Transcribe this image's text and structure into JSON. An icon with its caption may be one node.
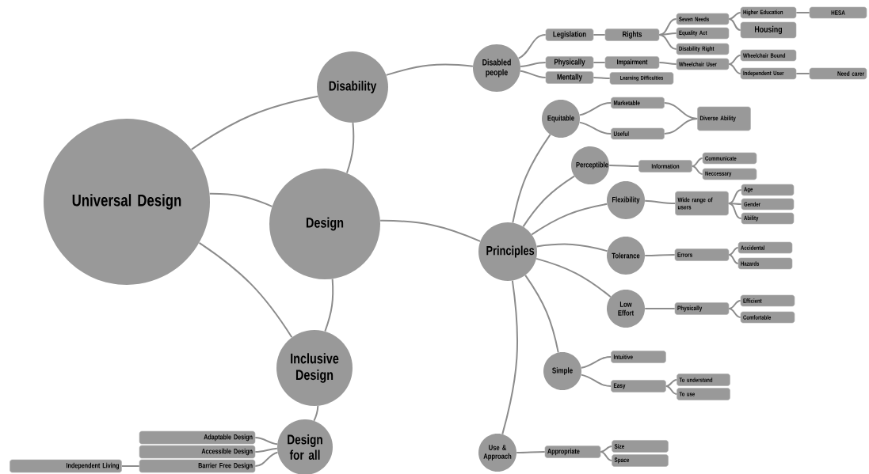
{
  "diagram": {
    "nodes": [
      {
        "text": [
          "Universal Design"
        ]
      },
      {
        "text": [
          "Disability"
        ]
      },
      {
        "text": [
          "Design"
        ]
      },
      {
        "text": [
          "Inclusive Design"
        ]
      },
      {
        "text": [
          "Design for all"
        ]
      },
      {
        "text": [
          "Adaptable Design"
        ]
      },
      {
        "text": [
          "Accessible Design"
        ]
      },
      {
        "text": [
          "Barrier Free Design"
        ]
      },
      {
        "text": [
          "Independent Living"
        ]
      },
      {
        "text": [
          "Disabled people"
        ]
      },
      {
        "text": [
          "Legislation"
        ]
      },
      {
        "text": [
          "Physically"
        ]
      },
      {
        "text": [
          "Mentally"
        ]
      },
      {
        "text": [
          "Rights"
        ]
      },
      {
        "text": [
          "Impairment"
        ]
      },
      {
        "text": [
          "Learning Difficulties"
        ]
      },
      {
        "text": [
          "Seven Needs"
        ]
      },
      {
        "text": [
          "Equality Act"
        ]
      },
      {
        "text": [
          "Disability Right"
        ]
      },
      {
        "text": [
          "Wheelchair User"
        ]
      },
      {
        "text": [
          "Higher Education"
        ]
      },
      {
        "text": [
          "HESA"
        ]
      },
      {
        "text": [
          "Housing"
        ]
      },
      {
        "text": [
          "Wheelchair Bound"
        ]
      },
      {
        "text": [
          "Independent User"
        ]
      },
      {
        "text": [
          "Need carer"
        ]
      },
      {
        "text": [
          "Principles"
        ]
      },
      {
        "text": [
          "Equitable"
        ]
      },
      {
        "text": [
          "Marketable"
        ]
      },
      {
        "text": [
          "Useful"
        ]
      },
      {
        "text": [
          "Diverse Ability"
        ]
      },
      {
        "text": [
          "Perceptible"
        ]
      },
      {
        "text": [
          "Information"
        ]
      },
      {
        "text": [
          "Communicate"
        ]
      },
      {
        "text": [
          "Neccessary"
        ]
      },
      {
        "text": [
          "Flexibility"
        ]
      },
      {
        "text": [
          "Wide range of users"
        ]
      },
      {
        "text": [
          "Age"
        ]
      },
      {
        "text": [
          "Gender"
        ]
      },
      {
        "text": [
          "Ability"
        ]
      },
      {
        "text": [
          "Tolerance"
        ]
      },
      {
        "text": [
          "Errors"
        ]
      },
      {
        "text": [
          "Accidental"
        ]
      },
      {
        "text": [
          "Hazards"
        ]
      },
      {
        "text": [
          "Low Effort"
        ]
      },
      {
        "text": [
          "Physically"
        ]
      },
      {
        "text": [
          "Efficient"
        ]
      },
      {
        "text": [
          "Comfortable"
        ]
      },
      {
        "text": [
          "Simple"
        ]
      },
      {
        "text": [
          "Intuitive"
        ]
      },
      {
        "text": [
          "Easy"
        ]
      },
      {
        "text": [
          "To understand"
        ]
      },
      {
        "text": [
          "To use"
        ]
      },
      {
        "text": [
          "Use & Approach"
        ]
      },
      {
        "text": [
          "Appropriate"
        ]
      },
      {
        "text": [
          "Size"
        ]
      },
      {
        "text": [
          "Space"
        ]
      }
    ],
    "edges": [
      {
        "from": 0,
        "to": 1,
        "arrow": "none"
      },
      {
        "from": 0,
        "to": 2,
        "arrow": "none"
      },
      {
        "from": 0,
        "to": 3,
        "arrow": "none"
      },
      {
        "from": 1,
        "to": 2,
        "arrow": "none"
      },
      {
        "from": 2,
        "to": 3,
        "arrow": "none"
      },
      {
        "from": 3,
        "to": 4,
        "arrow": "none"
      },
      {
        "from": 4,
        "to": 5,
        "arrow": "none"
      },
      {
        "from": 4,
        "to": 6,
        "arrow": "none"
      },
      {
        "from": 4,
        "to": 7,
        "arrow": "none"
      },
      {
        "from": 7,
        "to": 8,
        "arrow": "none"
      },
      {
        "from": 1,
        "to": 9,
        "arrow": "none"
      },
      {
        "from": 9,
        "to": 10,
        "arrow": "none"
      },
      {
        "from": 9,
        "to": 11,
        "arrow": "none"
      },
      {
        "from": 9,
        "to": 12,
        "arrow": "none"
      },
      {
        "from": 10,
        "to": 13,
        "arrow": "none"
      },
      {
        "from": 11,
        "to": 14,
        "arrow": "none"
      },
      {
        "from": 12,
        "to": 15,
        "arrow": "none"
      },
      {
        "from": 13,
        "to": 16,
        "arrow": "none"
      },
      {
        "from": 13,
        "to": 17,
        "arrow": "none"
      },
      {
        "from": 13,
        "to": 18,
        "arrow": "none"
      },
      {
        "from": 14,
        "to": 19,
        "arrow": "none"
      },
      {
        "from": 16,
        "to": 20,
        "arrow": "none"
      },
      {
        "from": 16,
        "to": 22,
        "arrow": "none"
      },
      {
        "from": 20,
        "to": 21,
        "arrow": "none"
      },
      {
        "from": 19,
        "to": 23,
        "arrow": "none"
      },
      {
        "from": 19,
        "to": 24,
        "arrow": "none"
      },
      {
        "from": 24,
        "to": 25,
        "arrow": "none"
      },
      {
        "from": 2,
        "to": 26,
        "arrow": "none"
      },
      {
        "from": 26,
        "to": 27,
        "arrow": "none"
      },
      {
        "from": 27,
        "to": 28,
        "arrow": "none"
      },
      {
        "from": 27,
        "to": 29,
        "arrow": "none"
      },
      {
        "from": 28,
        "to": 30,
        "arrow": "none"
      },
      {
        "from": 29,
        "to": 30,
        "arrow": "none"
      },
      {
        "from": 26,
        "to": 31,
        "arrow": "none"
      },
      {
        "from": 31,
        "to": 32,
        "arrow": "none"
      },
      {
        "from": 32,
        "to": 33,
        "arrow": "none"
      },
      {
        "from": 32,
        "to": 34,
        "arrow": "none"
      },
      {
        "from": 26,
        "to": 35,
        "arrow": "none"
      },
      {
        "from": 35,
        "to": 36,
        "arrow": "none"
      },
      {
        "from": 36,
        "to": 37,
        "arrow": "none"
      },
      {
        "from": 36,
        "to": 38,
        "arrow": "none"
      },
      {
        "from": 36,
        "to": 39,
        "arrow": "none"
      },
      {
        "from": 26,
        "to": 40,
        "arrow": "none"
      },
      {
        "from": 40,
        "to": 41,
        "arrow": "none"
      },
      {
        "from": 41,
        "to": 42,
        "arrow": "none"
      },
      {
        "from": 41,
        "to": 43,
        "arrow": "none"
      },
      {
        "from": 26,
        "to": 44,
        "arrow": "none"
      },
      {
        "from": 44,
        "to": 45,
        "arrow": "none"
      },
      {
        "from": 45,
        "to": 46,
        "arrow": "none"
      },
      {
        "from": 45,
        "to": 47,
        "arrow": "none"
      },
      {
        "from": 26,
        "to": 48,
        "arrow": "none"
      },
      {
        "from": 48,
        "to": 49,
        "arrow": "none"
      },
      {
        "from": 48,
        "to": 50,
        "arrow": "none"
      },
      {
        "from": 50,
        "to": 51,
        "arrow": "none"
      },
      {
        "from": 50,
        "to": 52,
        "arrow": "none"
      },
      {
        "from": 26,
        "to": 53,
        "arrow": "none"
      },
      {
        "from": 53,
        "to": 54,
        "arrow": "none"
      },
      {
        "from": 54,
        "to": 55,
        "arrow": "none"
      },
      {
        "from": 54,
        "to": 56,
        "arrow": "none"
      }
    ]
  }
}
